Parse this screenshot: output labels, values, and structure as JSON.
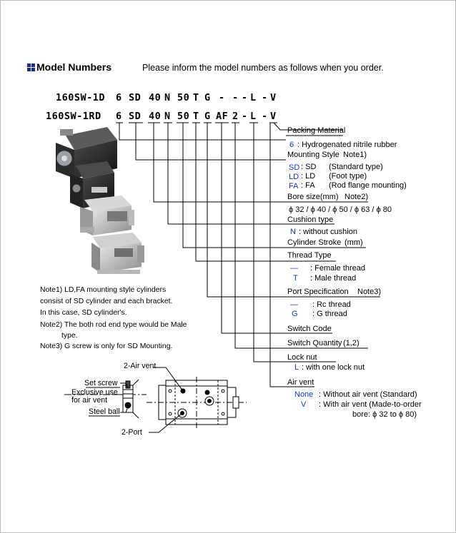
{
  "header": {
    "title": "Model Numbers",
    "intro": "Please inform the model numbers as follows when you order."
  },
  "model_codes": {
    "line1": [
      "160SW-1D",
      "6",
      "SD",
      "40",
      "N",
      "50",
      "T",
      "G",
      "-",
      "-",
      "-",
      "L",
      "-",
      "V"
    ],
    "line2": [
      "160SW-1RD",
      "6",
      "SD",
      "40",
      "N",
      "50",
      "T",
      "G",
      "AF",
      "2",
      "-",
      "L",
      "-",
      "V"
    ]
  },
  "options": {
    "packing": {
      "title": "Packing Material",
      "code": "6",
      "desc": ": Hydrogenated nitrile rubber"
    },
    "mounting": {
      "title": "Mounting Style",
      "note": "Note1)",
      "items": [
        {
          "code": "SD",
          "name": ": SD",
          "desc": "(Standard type)"
        },
        {
          "code": "LD",
          "name": ": LD",
          "desc": "(Foot type)"
        },
        {
          "code": "FA",
          "name": ": FA",
          "desc": "(Rod flange mounting)"
        }
      ]
    },
    "bore": {
      "title": "Bore size(mm)",
      "note": "Note2)",
      "values": "ϕ 32 / ϕ 40 / ϕ 50 / ϕ 63 / ϕ 80"
    },
    "cushion": {
      "title": "Cushion type",
      "code": "N",
      "desc": ": without cushion"
    },
    "stroke": {
      "title": "Cylinder Stroke",
      "unit": "(mm)"
    },
    "thread": {
      "title": "Thread Type",
      "items": [
        {
          "code": "—",
          "desc": ": Female thread"
        },
        {
          "code": "T",
          "desc": ": Male thread"
        }
      ]
    },
    "port": {
      "title": "Port Specification",
      "note": "Note3)",
      "items": [
        {
          "code": "—",
          "desc": ": Rc thread"
        },
        {
          "code": "G",
          "desc": ": G thread"
        }
      ]
    },
    "switch_code": {
      "title": "Switch Code"
    },
    "switch_qty": {
      "title": "Switch Quantity",
      "values": "(1,2)"
    },
    "lock_nut": {
      "title": "Lock nut",
      "code": "L",
      "desc": ": with one lock nut"
    },
    "air_vent": {
      "title": "Air vent",
      "items": [
        {
          "code": "None",
          "desc": ": Without air vent (Standard)"
        },
        {
          "code": "V",
          "desc": ": With air vent (Made-to-order",
          "desc2": "bore: ϕ 32 to ϕ 80)"
        }
      ]
    }
  },
  "notes": {
    "note1_l1": "Note1) LD,FA mounting style cylinders",
    "note1_l2": "consist of SD cylinder and each bracket.",
    "note1_l3": "In this case, SD cylinder's.",
    "note2_l1": "Note2) The both rod end type would be Male",
    "note2_l2": "type.",
    "note3_l1": "Note3) G screw is only for SD Mounting."
  },
  "diagram": {
    "set_screw": "Set screw",
    "exclusive_l1": "Exclusive use",
    "exclusive_l2": "for air vent",
    "steel_ball": "Steel ball",
    "air_vent_2": "2-Air vent",
    "port_2": "2-Port"
  },
  "colors": {
    "accent": "#1538b8",
    "icon": "#1a2a8c"
  }
}
